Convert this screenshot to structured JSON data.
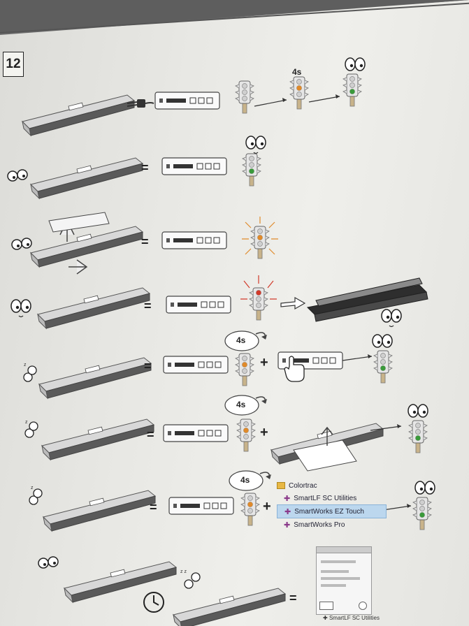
{
  "step_number": "12",
  "timing_label": "4s",
  "equals_sign": "=",
  "plus_sign": "+",
  "menu": {
    "folder": "Colortrac",
    "items": [
      "SmartLF SC Utilities",
      "SmartWorks EZ Touch",
      "SmartWorks Pro"
    ],
    "selected_index": 1
  },
  "screenshot_caption": "SmartLF SC Utilities",
  "colors": {
    "light_green": "#3a9a3a",
    "light_orange": "#e08a2a",
    "light_red": "#d23a2a",
    "menu_highlight": "#bcd7ee"
  }
}
